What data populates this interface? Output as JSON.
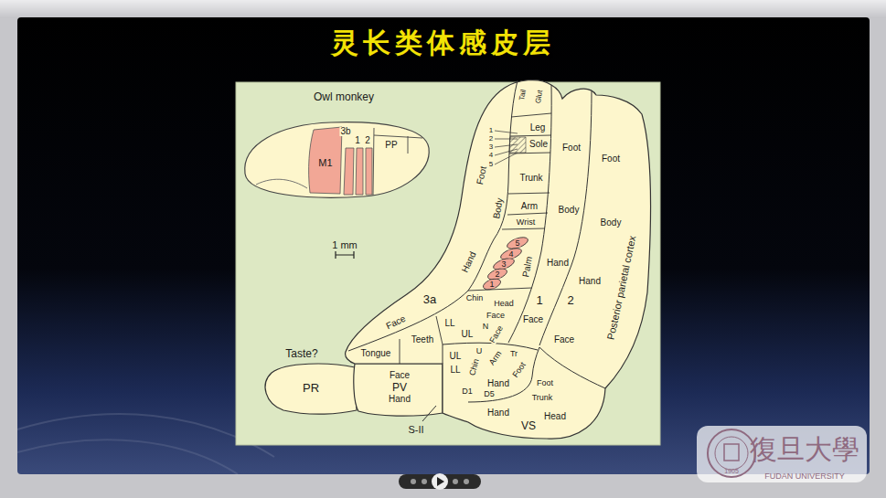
{
  "diagram": {
    "title": "灵长类体感皮层",
    "nodes": [
      {
        "text": [
          "3b",
          "1",
          "2",
          "PP",
          "M1"
        ]
      },
      {
        "text": [
          "Foot",
          "Body",
          "Hand",
          "3a",
          "Face"
        ]
      },
      {
        "text": [
          "Tail",
          "Glut",
          "Leg",
          "Sole",
          "Trunk",
          "Arm",
          "Wrist",
          "5",
          "4",
          "3",
          "2",
          "1",
          "Palm",
          "Chin",
          "Head",
          "Face",
          "N",
          "LL",
          "UL",
          "Teeth",
          "Tongue",
          "Face"
        ]
      },
      {
        "text": [
          "Foot",
          "Body",
          "Hand",
          "1",
          "Face"
        ]
      },
      {
        "text": [
          "Foot",
          "Body",
          "Hand",
          "2",
          "Face",
          "Posterior parietal cortex"
        ]
      },
      {
        "text": [
          "PR"
        ]
      },
      {
        "text": [
          "Face",
          "PV",
          "Hand"
        ]
      },
      {
        "text": [
          "UL",
          "LL",
          "U",
          "Chin",
          "Arm",
          "Tr",
          "Foot",
          "Hand",
          "D1",
          "D5",
          "S-II"
        ]
      },
      {
        "text": [
          "Foot",
          "Trunk",
          "Hand",
          "VS",
          "Head"
        ]
      }
    ],
    "labels": [
      "Owl monkey",
      "1 mm",
      "1",
      "2",
      "3",
      "4",
      "5",
      "Taste?",
      "復旦大學",
      "FUDAN UNIVERSITY",
      "1905"
    ]
  }
}
